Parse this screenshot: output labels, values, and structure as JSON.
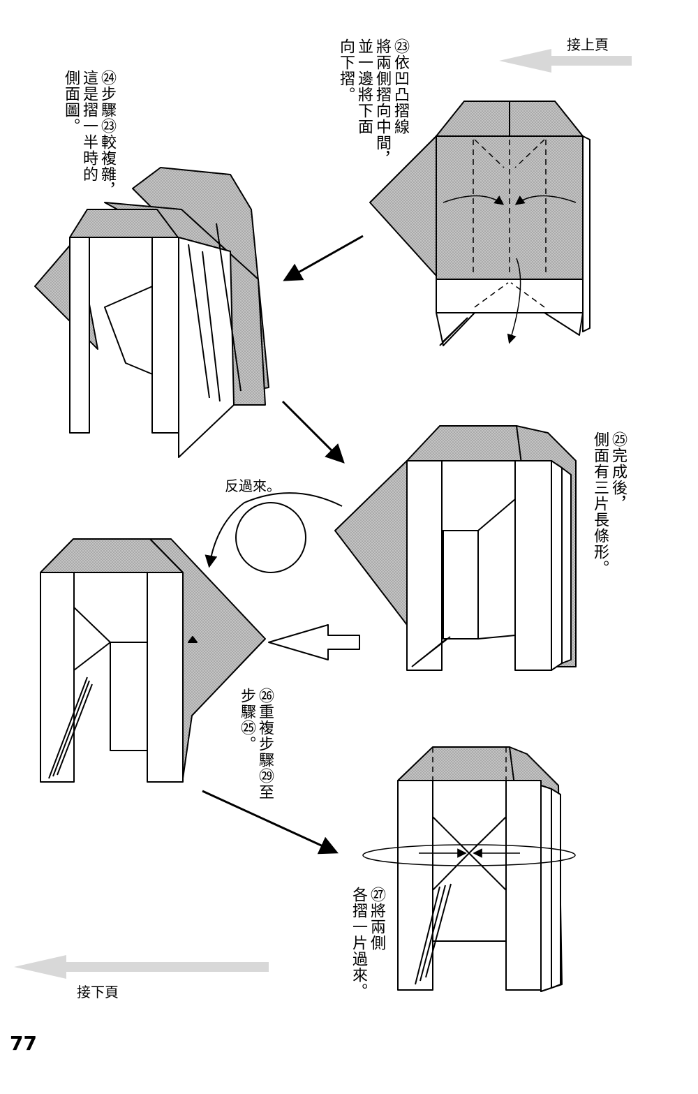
{
  "nav": {
    "continue_from_prev": "接上頁",
    "continue_to_next": "接下頁"
  },
  "steps": {
    "s23": "㉓依凹凸摺線\n將兩側摺向中間，\n並一邊將下面\n向下摺。",
    "s24": "㉔步驟㉓較複雜，\n這是摺一半時的\n側面圖。",
    "s25": "㉕完成後，\n側面有三片長條形。",
    "s26": "㉖重複步驟㉙至\n步驟㉕。",
    "s27": "㉗將兩側\n各摺一片過來。",
    "flip": "反過來。"
  },
  "page_number": "77",
  "colors": {
    "paper_gray": "#bdbdbd",
    "line": "#000000",
    "arrow_gray": "#cfcfcf"
  }
}
